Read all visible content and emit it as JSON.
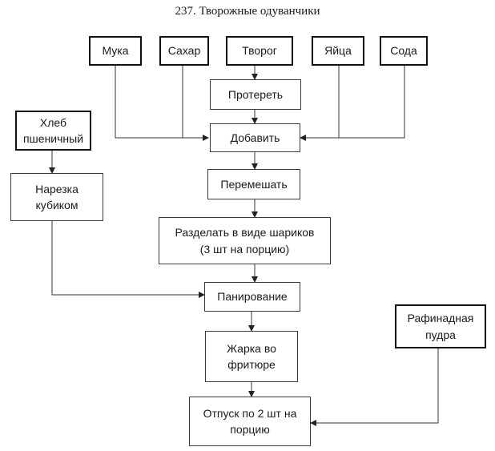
{
  "title": "237. Творожные одуванчики",
  "ingredients": {
    "flour": "Мука",
    "sugar": "Сахар",
    "cottage_cheese": "Творог",
    "eggs": "Яйца",
    "soda": "Сода",
    "bread": "Хлеб\nпшеничный",
    "powdered_sugar": "Рафинадная\nпудра"
  },
  "steps": {
    "rub": "Протереть",
    "add": "Добавить",
    "mix": "Перемешать",
    "cut": "Нарезка\nкубиком",
    "shape": "Разделать в виде шариков\n(3 шт на порцию)",
    "bread_coat": "Панирование",
    "fry": "Жарка во\nфритюре",
    "serve": "Отпуск по 2 шт  на\nпорцию"
  }
}
